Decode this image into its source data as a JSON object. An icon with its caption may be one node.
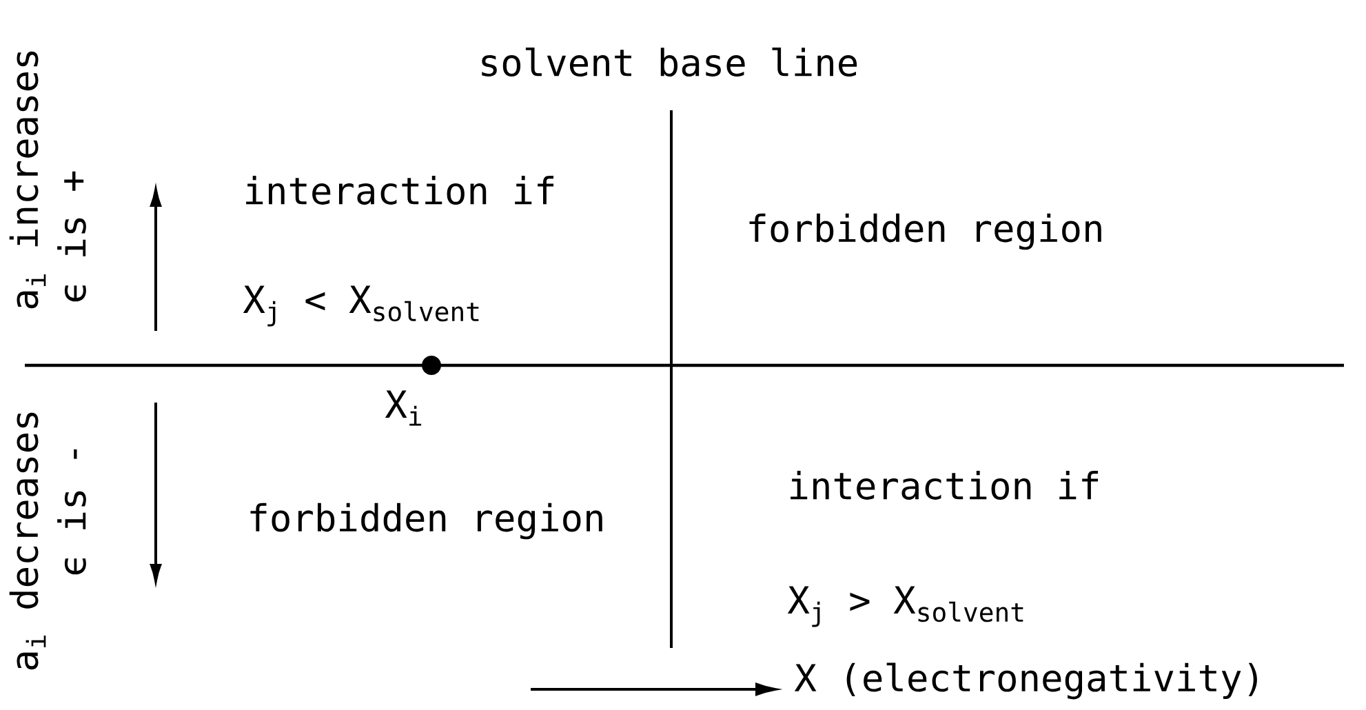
{
  "diagram": {
    "labels": [
      "solvent base line",
      "interaction if",
      "X$_{j}$ < X$_{solvent}$",
      "forbidden region",
      "X$_{i}$",
      "forbidden region",
      "interaction if",
      "X$_{j}$ > X$_{solvent}$",
      "X (electronegativity)",
      "a$_{i}$ increases",
      "ϵ is +",
      "a$_{i}$ decreases",
      "ϵ is -"
    ]
  }
}
